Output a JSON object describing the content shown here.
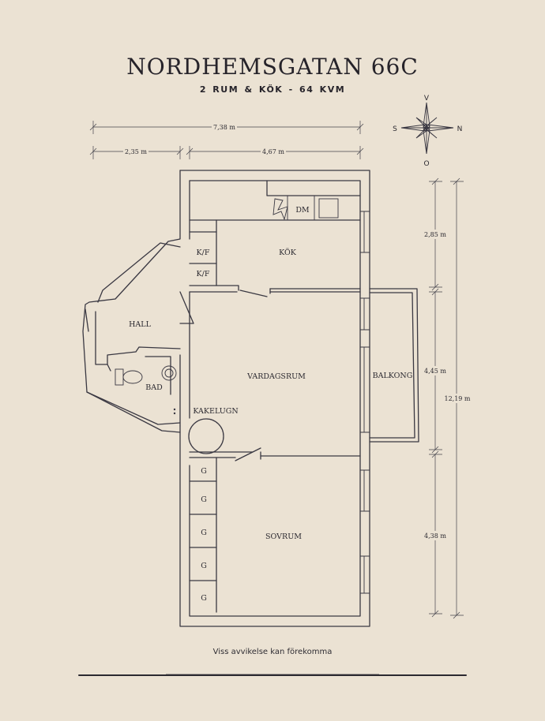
{
  "plan": {
    "title": "NORDHEMSGATAN 66C",
    "subtitle": "2 RUM & KÖK  -  64 KVM",
    "disclaimer": "Viss avvikelse kan förekomma"
  },
  "compass": {
    "north": "N",
    "south": "S",
    "east": "O",
    "west": "V"
  },
  "dimensions": {
    "total_width": "7,38 m",
    "left_width": "2,35 m",
    "right_width": "4,67 m",
    "kitchen_depth": "2,85 m",
    "living_depth": "4,45 m",
    "bedroom_depth": "4,38 m",
    "total_length": "12,19 m"
  },
  "rooms": {
    "kitchen": "KÖK",
    "dishwasher": "DM",
    "fridge_1": "K/F",
    "fridge_2": "K/F",
    "hall": "HALL",
    "bath": "BAD",
    "living": "VARDAGSRUM",
    "stove": "KAKELUGN",
    "balcony": "BALKONG",
    "bedroom": "SOVRUM",
    "wardrobes": [
      "G",
      "G",
      "G",
      "G",
      "G"
    ]
  }
}
